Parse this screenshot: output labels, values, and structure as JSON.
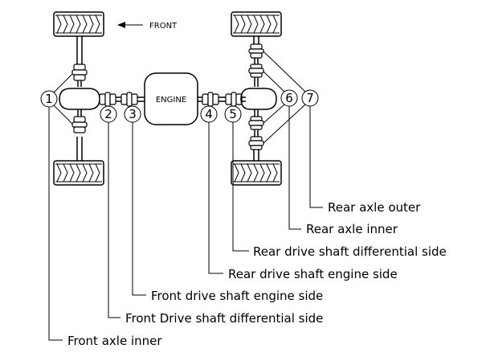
{
  "front_label": "FRONT",
  "engine_label": "ENGINE",
  "callouts": [
    {
      "number": "1",
      "label": "Front axle inner"
    },
    {
      "number": "2",
      "label": "Front Drive shaft differential side"
    },
    {
      "number": "3",
      "label": "Front drive shaft engine side"
    },
    {
      "number": "4",
      "label": "Rear drive shaft engine side"
    },
    {
      "number": "5",
      "label": "Rear drive shaft differential side"
    },
    {
      "number": "6",
      "label": "Rear axle inner"
    },
    {
      "number": "7",
      "label": "Rear axle outer"
    }
  ]
}
